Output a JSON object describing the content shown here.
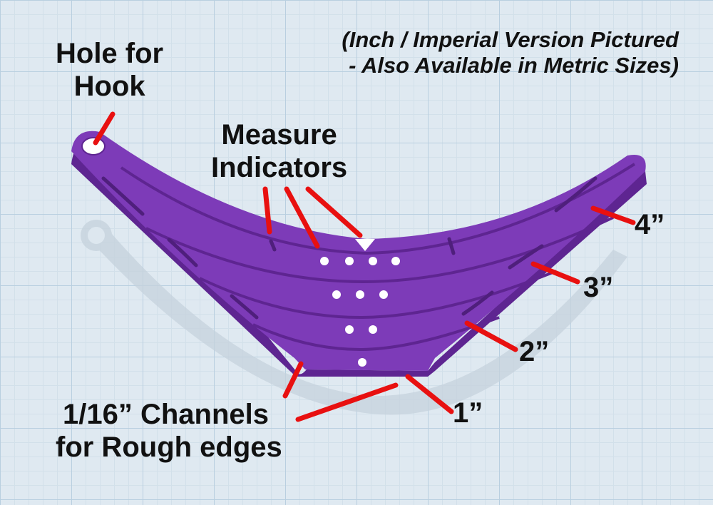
{
  "note": {
    "line1": "(Inch / Imperial Version Pictured",
    "line2": "- Also Available in Metric Sizes)"
  },
  "labels": {
    "hole_line1": "Hole for",
    "hole_line2": "Hook",
    "measure_line1": "Measure",
    "measure_line2": "Indicators",
    "size_4": "4”",
    "size_3": "3”",
    "size_2": "2”",
    "size_1": "1”",
    "channels_line1": "1/16” Channels",
    "channels_line2": "for Rough edges"
  },
  "colors": {
    "tool": "#7d3bb8",
    "tool_edge": "#5e2591",
    "slot": "#4f1f7c",
    "leader": "#e81010"
  }
}
